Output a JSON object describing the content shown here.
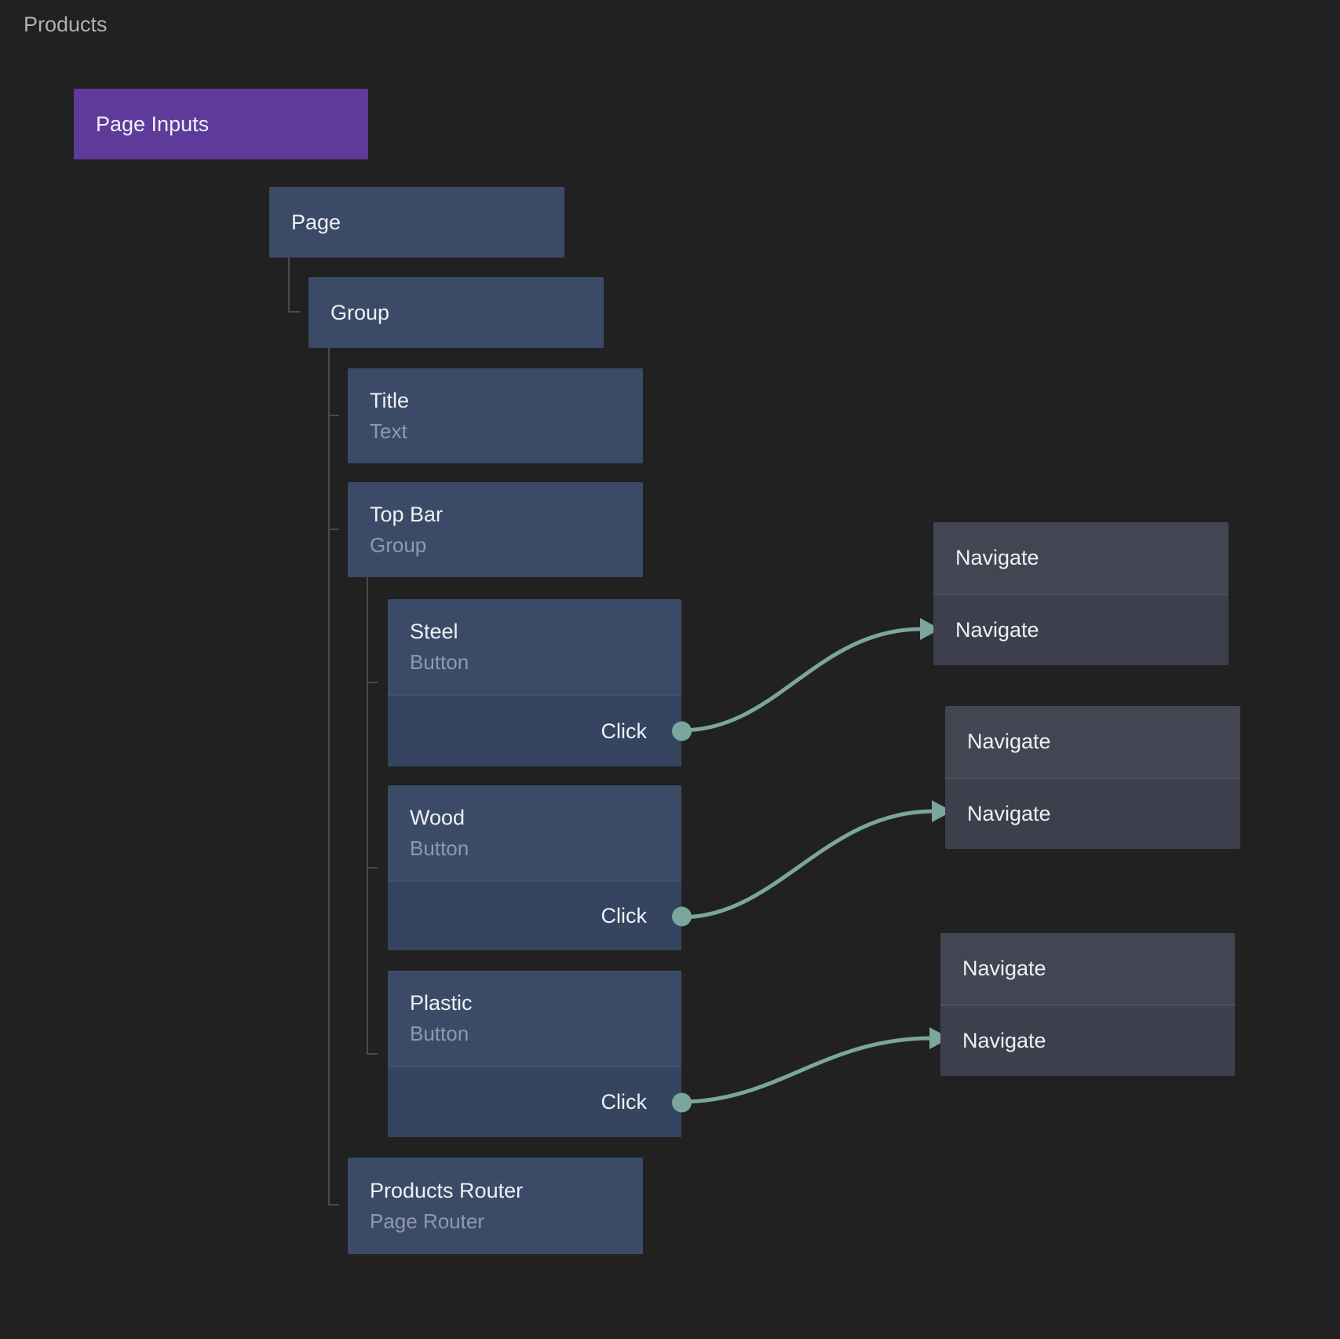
{
  "header": {
    "title": "Products"
  },
  "colors": {
    "background": "#212121",
    "node_blue": "#3b4b67",
    "node_blue_dark": "#35445f",
    "accent_purple": "#5e3b9a",
    "navigate_gray": "#434553",
    "navigate_gray_dark": "#3d3f4c",
    "connector_sage": "#7aa69e",
    "tree_line": "#4b4b4b"
  },
  "tree": {
    "page_inputs": {
      "label": "Page Inputs"
    },
    "page": {
      "label": "Page"
    },
    "group": {
      "label": "Group"
    },
    "title": {
      "label": "Title",
      "type": "Text"
    },
    "top_bar": {
      "label": "Top Bar",
      "type": "Group"
    },
    "steel": {
      "label": "Steel",
      "type": "Button",
      "event": "Click"
    },
    "wood": {
      "label": "Wood",
      "type": "Button",
      "event": "Click"
    },
    "plastic": {
      "label": "Plastic",
      "type": "Button",
      "event": "Click"
    },
    "products_router": {
      "label": "Products Router",
      "type": "Page Router"
    }
  },
  "actions": [
    {
      "title": "Navigate",
      "body": "Navigate"
    },
    {
      "title": "Navigate",
      "body": "Navigate"
    },
    {
      "title": "Navigate",
      "body": "Navigate"
    }
  ]
}
